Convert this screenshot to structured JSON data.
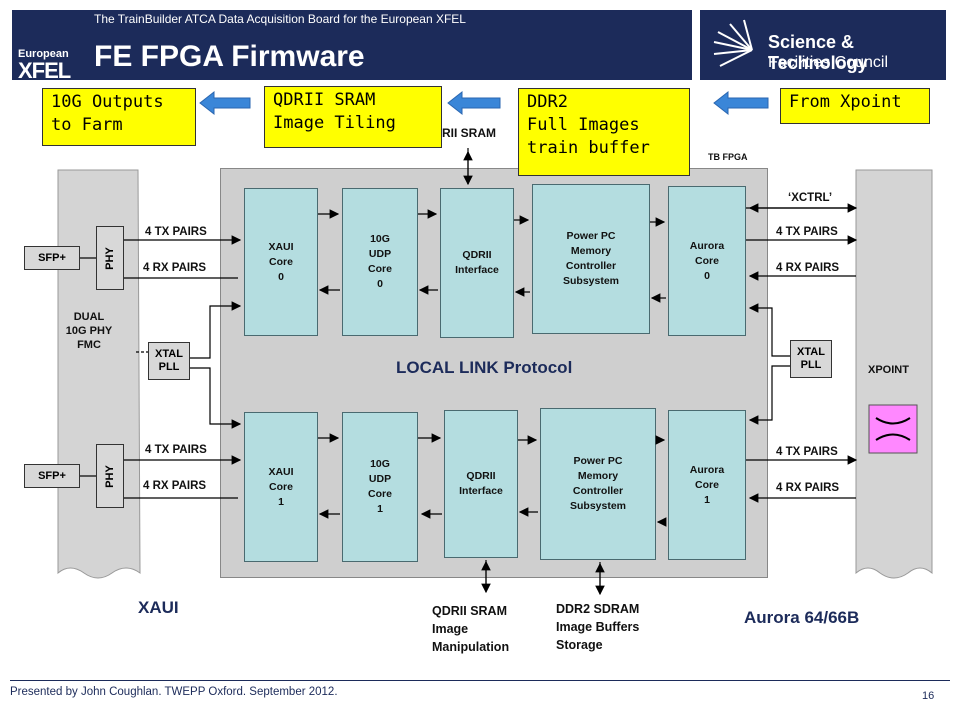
{
  "header": {
    "subtitle": "The TrainBuilder  ATCA Data Acquisition Board for the European XFEL",
    "title": "FE FPGA Firmware",
    "logo_left_line1": "European",
    "logo_left_line2": "XFEL",
    "logo_right_line1": "Science & Technology",
    "logo_right_line2": "Facilities Council"
  },
  "callouts": {
    "outputs": "10G Outputs\nto Farm",
    "qdrii": "QDRII SRAM\nImage Tiling",
    "ddr2": "DDR2\nFull Images\ntrain buffer",
    "xpoint": "From Xpoint"
  },
  "partial_labels": {
    "qdr_sram": "RII SRAM",
    "tb_fpga": "TB FPGA"
  },
  "left": {
    "fmc_label": "DUAL\n10G PHY\nFMC",
    "sfp_top": "SFP+",
    "sfp_bottom": "SFP+",
    "phy_top": "PHY",
    "phy_bottom": "PHY",
    "xtal": "XTAL\nPLL",
    "tx_top": "4 TX PAIRS",
    "rx_top": "4 RX PAIRS",
    "tx_bottom": "4 TX PAIRS",
    "rx_bottom": "4 RX PAIRS",
    "xaui_label": "XAUI"
  },
  "blocks_top": {
    "xaui": "XAUI\nCore\n0",
    "udp": "10G\nUDP\nCore\n0",
    "qdrii": "QDRII\nInterface",
    "ppc": "Power PC\nMemory\nController\nSubsystem",
    "aurora": "Aurora\nCore\n0"
  },
  "blocks_bottom": {
    "xaui": "XAUI\nCore\n1",
    "udp": "10G\nUDP\nCore\n1",
    "qdrii": "QDRII\nInterface",
    "ppc": "Power PC\nMemory\nController\nSubsystem",
    "aurora": "Aurora\nCore\n1"
  },
  "center_label": "LOCAL LINK Protocol",
  "right": {
    "xctrl": "‘XCTRL’",
    "tx_top": "4 TX PAIRS",
    "rx_top": "4 RX PAIRS",
    "tx_bottom": "4 TX PAIRS",
    "rx_bottom": "4 RX PAIRS",
    "xtal": "XTAL\nPLL",
    "xpoint": "XPOINT",
    "aurora_label": "Aurora 64/66B"
  },
  "bottom_labels": {
    "qdrii": "QDRII SRAM\nImage\nManipulation",
    "ddr2": "DDR2 SDRAM\nImage Buffers\nStorage"
  },
  "footer": {
    "text": "Presented by John Coughlan. TWEPP Oxford. September  2012.",
    "page": "16"
  },
  "colors": {
    "navy": "#1c2b5a",
    "callout_yellow": "#ffff00",
    "block_teal": "#b4dde0",
    "arrow_blue": "#3a86d8",
    "xpoint_pink": "#ff88ff"
  }
}
